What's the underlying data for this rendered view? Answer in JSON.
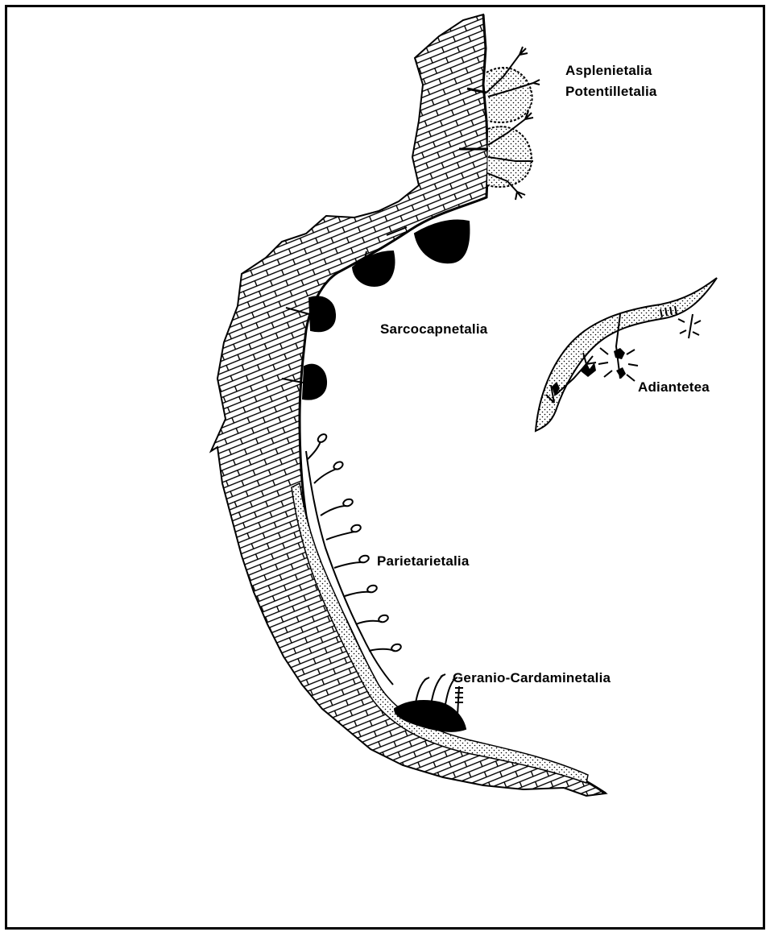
{
  "labels": {
    "asplenietalia": "Asplenietalia",
    "potentilletalia": "Potentilletalia",
    "sarcocapnetalia": "Sarcocapnetalia",
    "adiantetea": "Adiantetea",
    "parietarietalia": "Parietarietalia",
    "geranio_cardaminetalia": "Geranio-Cardaminetalia"
  },
  "colors": {
    "ink": "#000000",
    "paper": "#ffffff"
  }
}
